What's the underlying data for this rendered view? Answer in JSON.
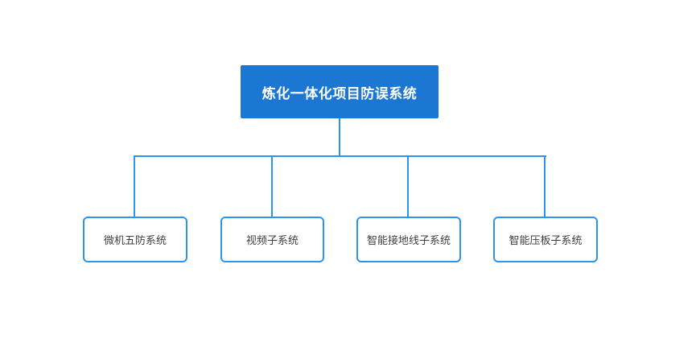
{
  "diagram": {
    "type": "org-tree",
    "root": {
      "label": "炼化一体化项目防误系统"
    },
    "children": [
      {
        "label": "微机五防系统"
      },
      {
        "label": "视频子系统"
      },
      {
        "label": "智能接地线子系统"
      },
      {
        "label": "智能压板子系统"
      }
    ],
    "colors": {
      "background": "#ffffff",
      "root_fill": "#1b77d2",
      "root_text": "#ffffff",
      "connector_line": "#2b94ef",
      "child_border": "#2b94ef",
      "child_fill": "#ffffff",
      "child_text": "#3f3f3f"
    }
  }
}
